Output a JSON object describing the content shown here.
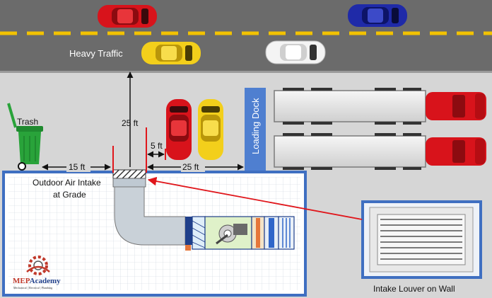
{
  "labels": {
    "heavy_traffic": "Heavy Traffic",
    "trash": "Trash",
    "loading_dock": "Loading Dock",
    "outdoor_air_intake_line1": "Outdoor Air Intake",
    "outdoor_air_intake_line2": "at Grade",
    "intake_louver": "Intake Louver on Wall"
  },
  "dimensions": {
    "intake_to_road": "25 ft",
    "trash_to_intake": "15 ft",
    "car_offset": "5 ft",
    "intake_to_dock": "25 ft"
  },
  "logo": {
    "name": "MEPAcademy",
    "name_prefix": "MEP",
    "name_suffix": "Academy",
    "tagline": "Mechanical | Electrical | Plumbing"
  },
  "colors": {
    "road": "#6b6b6b",
    "lane_line": "#f2c200",
    "ground": "#d6d6d6",
    "building_border": "#3f6fc1",
    "dimension_line": "#e0161b",
    "car_red": "#d8131b",
    "car_yellow": "#f3cf1b",
    "car_blue": "#1f2aa8",
    "car_white": "#f4f4f4",
    "trash_bin": "#29a33a",
    "loading_dock": "#4f7fd0"
  },
  "vehicles": [
    {
      "type": "car",
      "color": "red",
      "lane": "top"
    },
    {
      "type": "car",
      "color": "blue",
      "lane": "top"
    },
    {
      "type": "car",
      "color": "yellow",
      "lane": "bottom"
    },
    {
      "type": "car",
      "color": "white",
      "lane": "bottom"
    },
    {
      "type": "car",
      "color": "red",
      "lane": "parked"
    },
    {
      "type": "car",
      "color": "yellow",
      "lane": "parked"
    },
    {
      "type": "semi-truck",
      "color": "red",
      "lane": "dock"
    },
    {
      "type": "semi-truck",
      "color": "red",
      "lane": "dock"
    }
  ]
}
